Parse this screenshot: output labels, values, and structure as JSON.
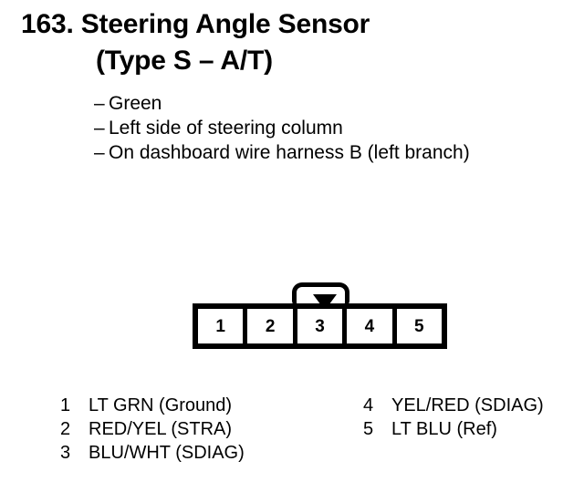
{
  "page": {
    "background_color": "#ffffff",
    "ink_color": "#000000"
  },
  "title": {
    "number": "163.",
    "line1_name": "Steering Angle Sensor",
    "line1": "163.  Steering Angle Sensor",
    "line2": "(Type S – A/T)"
  },
  "details": {
    "dash": "–",
    "items": [
      {
        "text": "Green"
      },
      {
        "text": "Left side of steering column"
      },
      {
        "text": "On dashboard wire harness B (left branch)"
      }
    ]
  },
  "connector": {
    "name": "5-pin connector",
    "latch_name": "locking-tab",
    "pins": [
      {
        "number": "1"
      },
      {
        "number": "2"
      },
      {
        "number": "3"
      },
      {
        "number": "4"
      },
      {
        "number": "5"
      }
    ]
  },
  "legend": {
    "left_column": [
      {
        "number": "1",
        "label": "LT GRN (Ground)"
      },
      {
        "number": "2",
        "label": "RED/YEL (STRA)"
      },
      {
        "number": "3",
        "label": "BLU/WHT (SDIAG)"
      }
    ],
    "right_column": [
      {
        "number": "4",
        "label": "YEL/RED (SDIAG)"
      },
      {
        "number": "5",
        "label": "LT BLU (Ref)"
      }
    ]
  }
}
